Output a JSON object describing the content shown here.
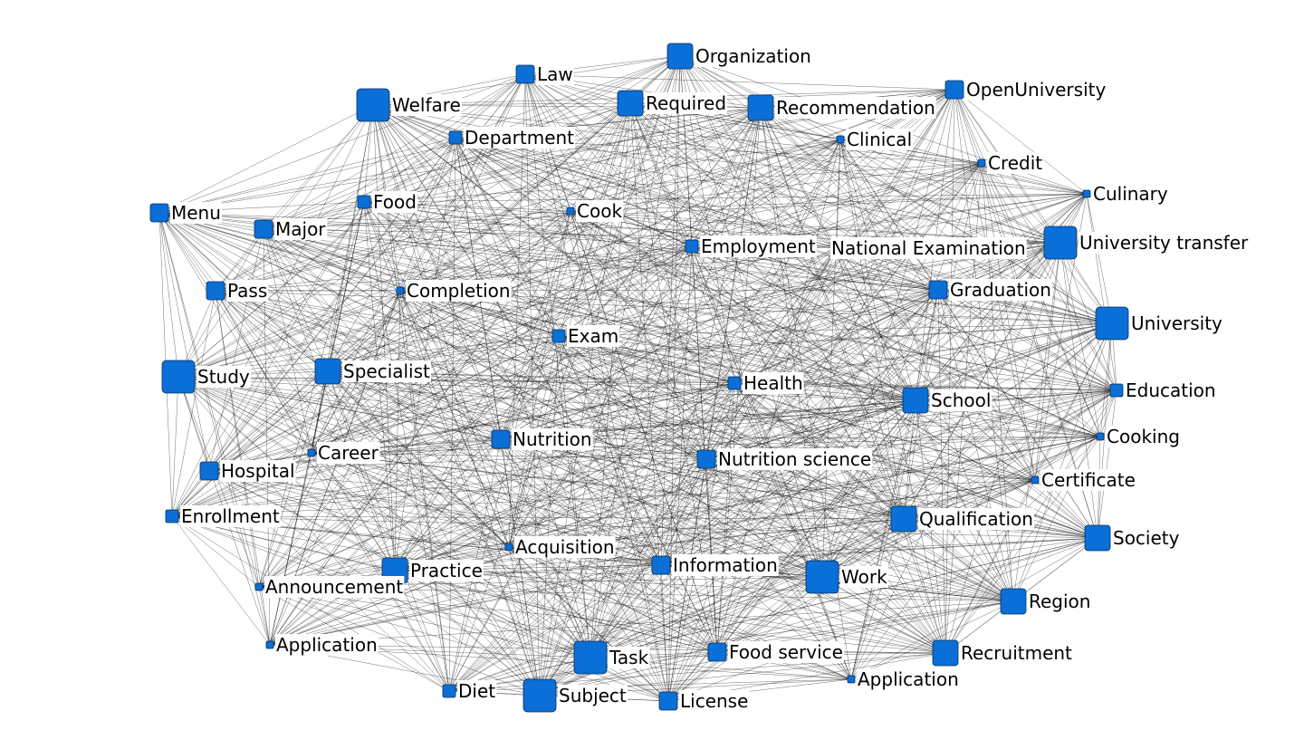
{
  "colors": {
    "node": "#0a6fd6",
    "node_border": "#0b2e5c",
    "edge": "#000000",
    "label_bg": "#ffffff"
  },
  "network": {
    "nodes": [
      {
        "id": "organization",
        "label": "Organization",
        "size": "large"
      },
      {
        "id": "law",
        "label": "Law",
        "size": "medium"
      },
      {
        "id": "welfare",
        "label": "Welfare",
        "size": "xlarge"
      },
      {
        "id": "required",
        "label": "Required",
        "size": "large"
      },
      {
        "id": "recommendation",
        "label": "Recommendation",
        "size": "large"
      },
      {
        "id": "openuniversity",
        "label": "OpenUniversity",
        "size": "medium"
      },
      {
        "id": "department",
        "label": "Department",
        "size": "small"
      },
      {
        "id": "clinical",
        "label": "Clinical",
        "size": "tiny"
      },
      {
        "id": "credit",
        "label": "Credit",
        "size": "tiny"
      },
      {
        "id": "culinary",
        "label": "Culinary",
        "size": "tiny"
      },
      {
        "id": "menu",
        "label": "Menu",
        "size": "medium"
      },
      {
        "id": "food",
        "label": "Food",
        "size": "small"
      },
      {
        "id": "cook",
        "label": "Cook",
        "size": "tiny"
      },
      {
        "id": "major",
        "label": "Major",
        "size": "medium"
      },
      {
        "id": "employment",
        "label": "Employment",
        "size": "small"
      },
      {
        "id": "national_examination",
        "label": "National Examination",
        "size": "none"
      },
      {
        "id": "university_transfer",
        "label": "University transfer",
        "size": "xlarge"
      },
      {
        "id": "pass",
        "label": "Pass",
        "size": "medium"
      },
      {
        "id": "completion",
        "label": "Completion",
        "size": "tiny"
      },
      {
        "id": "graduation",
        "label": "Graduation",
        "size": "medium"
      },
      {
        "id": "university",
        "label": "University",
        "size": "xlarge"
      },
      {
        "id": "exam",
        "label": "Exam",
        "size": "small"
      },
      {
        "id": "study",
        "label": "Study",
        "size": "xlarge"
      },
      {
        "id": "specialist",
        "label": "Specialist",
        "size": "large"
      },
      {
        "id": "health",
        "label": "Health",
        "size": "small"
      },
      {
        "id": "school",
        "label": "School",
        "size": "large"
      },
      {
        "id": "education",
        "label": "Education",
        "size": "small"
      },
      {
        "id": "nutrition",
        "label": "Nutrition",
        "size": "medium"
      },
      {
        "id": "cooking",
        "label": "Cooking",
        "size": "tiny"
      },
      {
        "id": "career",
        "label": "Career",
        "size": "tiny"
      },
      {
        "id": "nutrition_science",
        "label": "Nutrition science",
        "size": "medium"
      },
      {
        "id": "hospital",
        "label": "Hospital",
        "size": "medium"
      },
      {
        "id": "certificate",
        "label": "Certificate",
        "size": "tiny"
      },
      {
        "id": "enrollment",
        "label": "Enrollment",
        "size": "small"
      },
      {
        "id": "qualification",
        "label": "Qualification",
        "size": "large"
      },
      {
        "id": "society",
        "label": "Society",
        "size": "large"
      },
      {
        "id": "acquisition",
        "label": "Acquisition",
        "size": "tiny"
      },
      {
        "id": "practice",
        "label": "Practice",
        "size": "large"
      },
      {
        "id": "information",
        "label": "Information",
        "size": "medium"
      },
      {
        "id": "work",
        "label": "Work",
        "size": "xlarge"
      },
      {
        "id": "announcement",
        "label": "Announcement",
        "size": "tiny"
      },
      {
        "id": "region",
        "label": "Region",
        "size": "large"
      },
      {
        "id": "application_left",
        "label": "Application",
        "size": "tiny"
      },
      {
        "id": "task",
        "label": "Task",
        "size": "xlarge"
      },
      {
        "id": "food_service",
        "label": "Food service",
        "size": "medium"
      },
      {
        "id": "recruitment",
        "label": "Recruitment",
        "size": "large"
      },
      {
        "id": "application_right",
        "label": "Application",
        "size": "tiny"
      },
      {
        "id": "diet",
        "label": "Diet",
        "size": "small"
      },
      {
        "id": "subject",
        "label": "Subject",
        "size": "xlarge"
      },
      {
        "id": "license",
        "label": "License",
        "size": "medium"
      }
    ]
  }
}
